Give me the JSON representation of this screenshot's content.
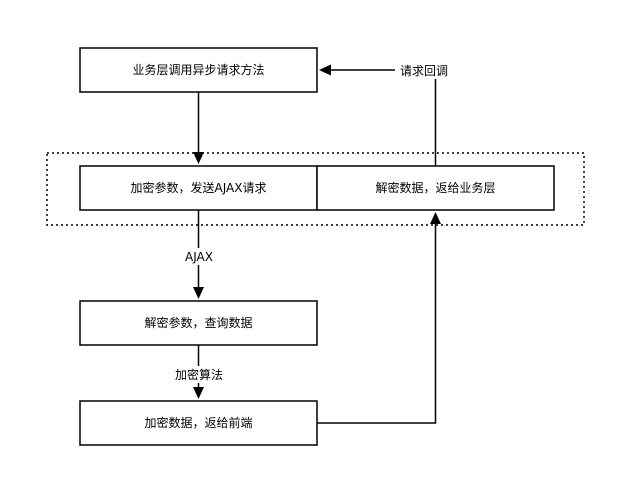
{
  "nodes": {
    "business_call": "业务层调用异步请求方法",
    "encrypt_send": "加密参数，发送AJAX请求",
    "decrypt_return": "解密数据，返给业务层",
    "decrypt_query": "解密参数，查询数据",
    "encrypt_frontend": "加密数据，返给前端"
  },
  "edges": {
    "callback_label": "请求回调",
    "ajax_label": "AJAX",
    "algorithm_label": "加密算法"
  },
  "colors": {
    "stroke": "#000000",
    "fill": "#ffffff",
    "text": "#000000"
  }
}
